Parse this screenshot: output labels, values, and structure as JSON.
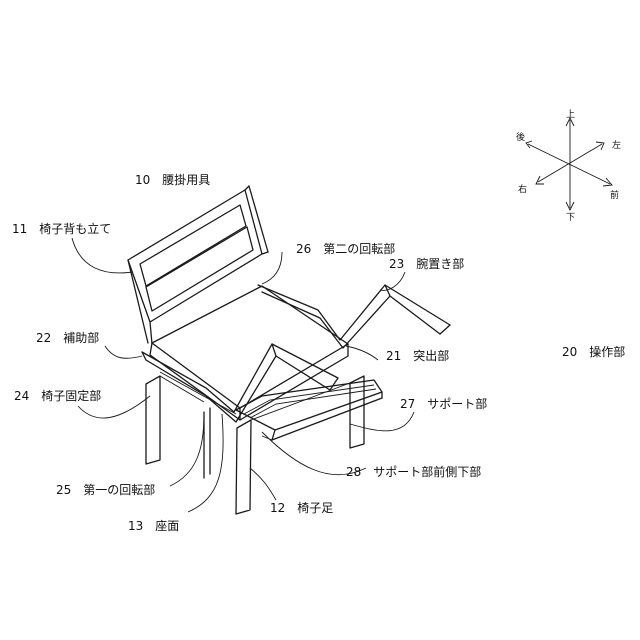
{
  "labels": {
    "l10": "10　腰掛用具",
    "l11": "11　椅子背も立て",
    "l26": "26　第二の回転部",
    "l23": "23　腕置き部",
    "l22": "22　補助部",
    "l21": "21　突出部",
    "l20": "20　操作部",
    "l24": "24　椅子固定部",
    "l27": "27　サポート部",
    "l28": "28　サポート部前側下部",
    "l25": "25　第一の回転部",
    "l12": "12　椅子足",
    "l13": "13　座面"
  },
  "compass": {
    "up": "上",
    "down": "下",
    "left": "左",
    "right": "右",
    "front": "前",
    "back": "後"
  }
}
